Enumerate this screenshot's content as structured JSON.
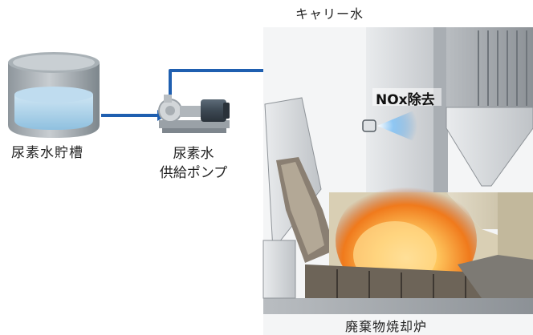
{
  "labels": {
    "carrier_water": "キャリー水",
    "nox_removal": "NOx除去",
    "urea_tank": "尿素水貯槽",
    "urea_pump_line1": "尿素水",
    "urea_pump_line2": "供給ポンプ",
    "incinerator": "廃棄物焼却炉"
  },
  "colors": {
    "urea_line": "#1f5fb0",
    "carrier_line": "#5ec6ea",
    "spray": "#7fbcf0",
    "flame": "#f2a13a",
    "steel": "#c9ccd0"
  }
}
